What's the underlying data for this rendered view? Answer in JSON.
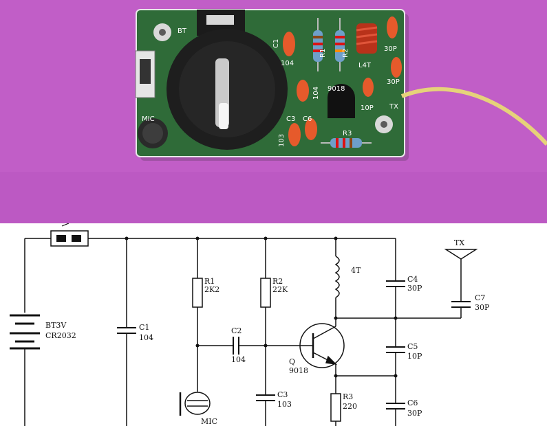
{
  "board_photo": {
    "silkscreen": {
      "bt": "BT",
      "mic": "MIC",
      "c1": "C1",
      "c1_value": "104",
      "r1": "R1",
      "r2": "R2",
      "l4t": "L4T",
      "c4_value": "30P",
      "c7_value": "30P",
      "tx": "TX",
      "c2_value": "104",
      "q": "9018",
      "c5_value": "10P",
      "c3": "C3",
      "c6": "C6",
      "c3_value": "103",
      "r3": "R3"
    },
    "colors": {
      "background": "#c15ec7",
      "pcb": "#2f6b38",
      "antenna_wire": "#e6d27a"
    }
  },
  "schematic": {
    "battery": {
      "name": "BT3V",
      "type": "CR2032"
    },
    "c1": {
      "name": "C1",
      "value": "104"
    },
    "r1": {
      "name": "R1",
      "value": "2K2"
    },
    "r2": {
      "name": "R2",
      "value": "22K"
    },
    "c2": {
      "name": "C2",
      "value": "104"
    },
    "c3": {
      "name": "C3",
      "value": "103"
    },
    "q": {
      "name": "Q",
      "value": "9018"
    },
    "l": {
      "value": "4T"
    },
    "c4": {
      "name": "C4",
      "value": "30P"
    },
    "c5": {
      "name": "C5",
      "value": "10P"
    },
    "c6": {
      "name": "C6",
      "value": "30P"
    },
    "c7": {
      "name": "C7",
      "value": "30P"
    },
    "r3": {
      "name": "R3",
      "value": "220"
    },
    "antenna": {
      "label": "TX"
    },
    "mic": {
      "label": "MIC"
    }
  }
}
